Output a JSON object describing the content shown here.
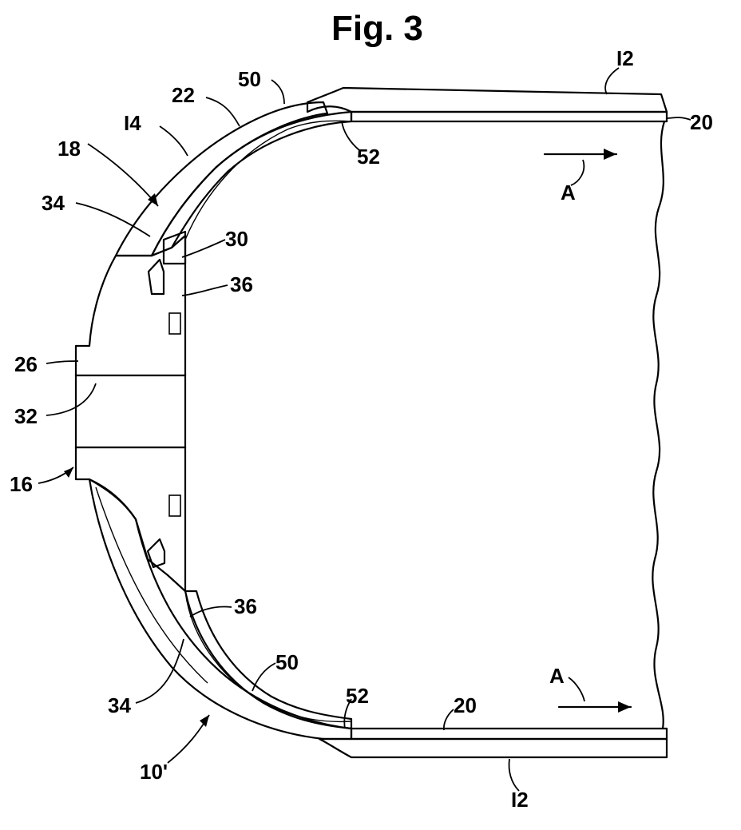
{
  "figure": {
    "title": "Fig. 3",
    "labels": {
      "l12_top": "I2",
      "l12_bottom": "I2",
      "l20_top": "20",
      "l20_bottom": "20",
      "l22": "22",
      "l50_top": "50",
      "l50_bottom": "50",
      "l14": "I4",
      "l52_top": "52",
      "l52_bottom": "52",
      "l18": "18",
      "l34_top": "34",
      "l34_bottom": "34",
      "l30": "30",
      "l36_top": "36",
      "l36_bottom": "36",
      "l26": "26",
      "l32": "32",
      "l16": "16",
      "l10": "10'",
      "a_top": "A",
      "a_bottom": "A"
    },
    "colors": {
      "ink": "#000000",
      "paper": "#ffffff"
    }
  }
}
